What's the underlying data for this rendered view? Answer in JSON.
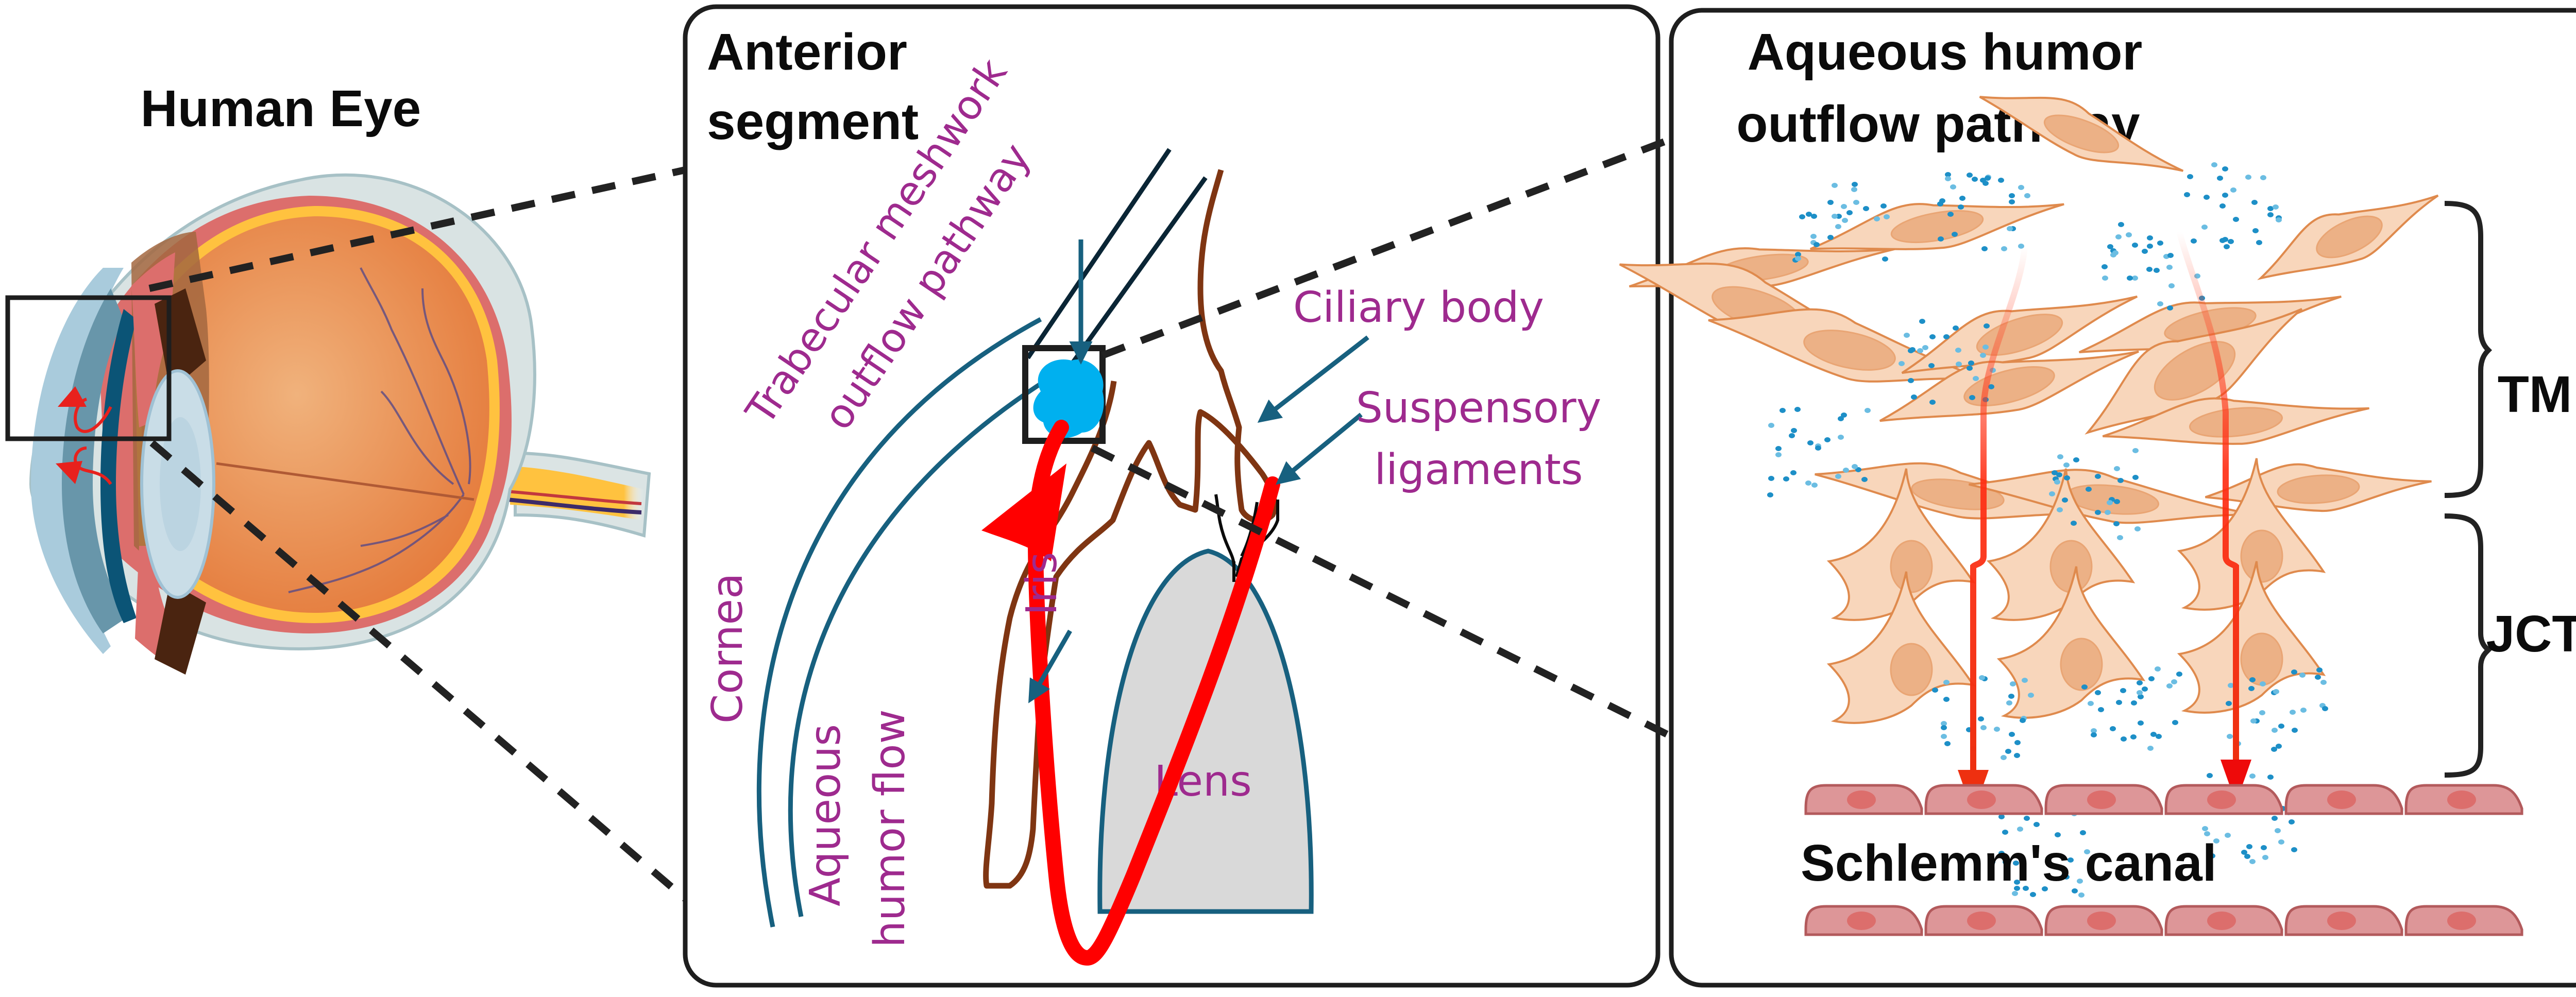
{
  "figure": {
    "title": "Aqueous humor outflow pathway in the human eye",
    "panels": {
      "left": {
        "title": "Human Eye"
      },
      "middle": {
        "title_line1": "Anterior",
        "title_line2": "segment",
        "labels": {
          "tm_pathway_line1": "Trabecular meshwork",
          "tm_pathway_line2": "outflow pathway",
          "ciliary_body": "Ciliary body",
          "suspensory_line1": "Suspensory",
          "suspensory_line2": "ligaments",
          "cornea": "Cornea",
          "aqueous_line1": "Aqueous",
          "aqueous_line2": "humor flow",
          "iris": "Iris",
          "lens": "Lens"
        }
      },
      "right": {
        "title_line1": "Aqueous humor",
        "title_line2": "outflow pathway",
        "brackets": {
          "tm": "TM",
          "jct": "JCT"
        },
        "canal_label": "Schlemm's canal"
      }
    },
    "colors": {
      "label_purple": "#9e2a8e",
      "pointer_teal": "#17607f",
      "flow_red": "#ff0000",
      "iris_brown": "#7f3512",
      "tm_blob_blue": "#00b0ef",
      "lens_gray": "#d9d9d9",
      "cell_orange": "#f8d6bb",
      "endothelial_pink": "#dd9698"
    }
  }
}
